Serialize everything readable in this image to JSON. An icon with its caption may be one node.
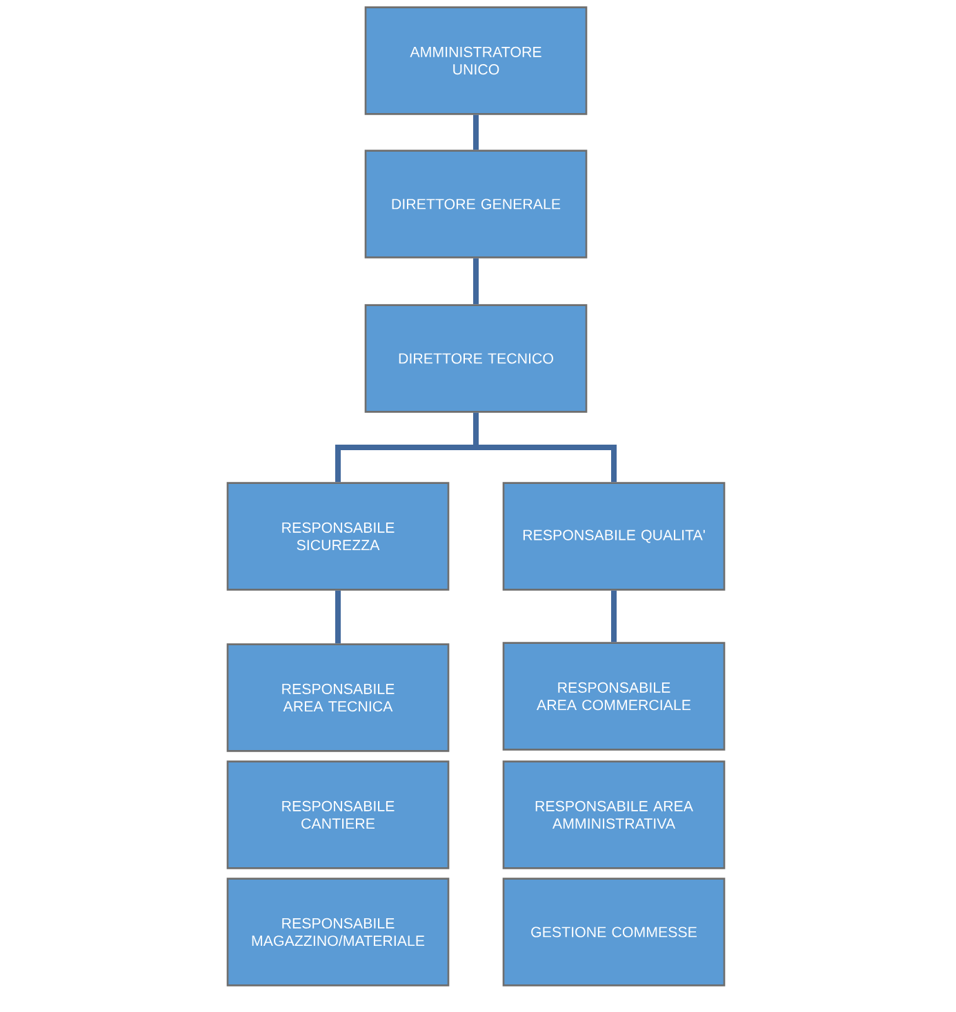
{
  "diagram": {
    "nodes": [
      {
        "text": [
          "AMMINISTRATORE UNICO"
        ]
      },
      {
        "text": [
          "DIRETTORE GENERALE"
        ]
      },
      {
        "text": [
          "DIRETTORE TECNICO"
        ]
      },
      {
        "text": [
          "RESPONSABILE SICUREZZA"
        ]
      },
      {
        "text": [
          "RESPONSABILE QUALITA'"
        ]
      },
      {
        "text": [
          "RESPONSABILE AREA TECNICA"
        ]
      },
      {
        "text": [
          "RESPONSABILE AREA COMMERCIALE"
        ]
      },
      {
        "text": [
          "RESPONSABILE CANTIERE"
        ]
      },
      {
        "text": [
          "RESPONSABILE AREA AMMINISTRATIVA"
        ]
      },
      {
        "text": [
          "RESPONSABILE MAGAZZINO/MATERIALE"
        ]
      },
      {
        "text": [
          "GESTIONE COMMESSE"
        ]
      }
    ],
    "edges": [
      {
        "from": 0,
        "to": 1,
        "arrow": "none"
      },
      {
        "from": 1,
        "to": 2,
        "arrow": "none"
      },
      {
        "from": 2,
        "to": 3,
        "arrow": "none"
      },
      {
        "from": 2,
        "to": 4,
        "arrow": "none"
      },
      {
        "from": 3,
        "to": 5,
        "arrow": "none"
      },
      {
        "from": 4,
        "to": 6,
        "arrow": "none"
      }
    ]
  }
}
